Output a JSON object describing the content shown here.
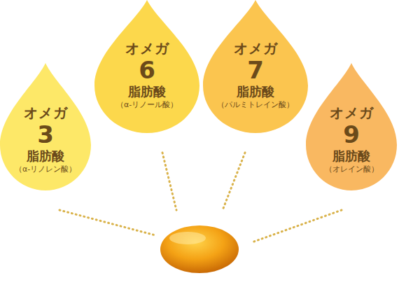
{
  "diagram": {
    "nodes": [
      {
        "text": [
          "オメガ",
          "3",
          "脂肪酸",
          "（α-リノレン酸）"
        ]
      },
      {
        "text": [
          "オメガ",
          "6",
          "脂肪酸",
          "（α-リノール酸）"
        ]
      },
      {
        "text": [
          "オメガ",
          "7",
          "脂肪酸",
          "（パルミトレイン酸）"
        ]
      },
      {
        "text": [
          "オメガ",
          "9",
          "脂肪酸",
          "（オレイン酸）"
        ]
      }
    ]
  }
}
